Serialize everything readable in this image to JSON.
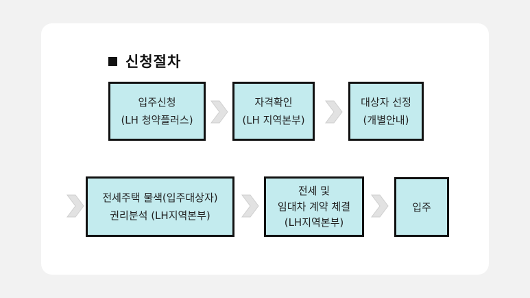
{
  "title": "신청절차",
  "steps": [
    {
      "line1": "입주신청",
      "line2": "(LH 청약플러스)"
    },
    {
      "line1": "자격확인",
      "line2": "(LH 지역본부)"
    },
    {
      "line1": "대상자 선정",
      "line2": "(개별안내)"
    },
    {
      "line1": "전세주택 물색(입주대상자)",
      "line2": "권리분석 (LH지역본부)"
    },
    {
      "line1": "전세 및",
      "line2": "임대차 계약 체결",
      "line3": "(LH지역본부)"
    },
    {
      "line1": "입주"
    }
  ],
  "colors": {
    "box_fill": "#c3ebee",
    "box_border": "#111111",
    "arrow": "#e0e0e0"
  },
  "icons": {
    "connector": "chevron-arrow-icon"
  }
}
